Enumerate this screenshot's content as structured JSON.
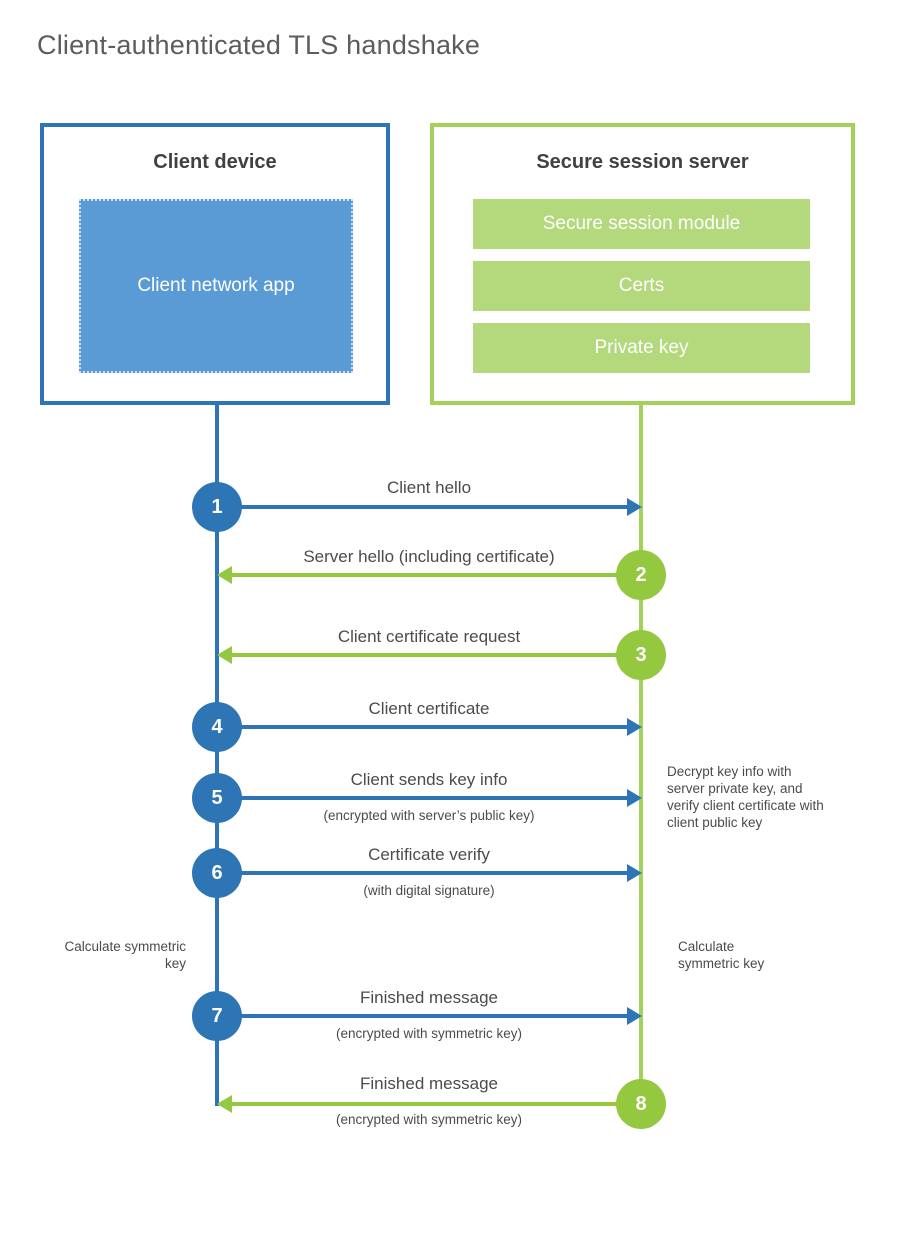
{
  "title": "Client-authenticated TLS handshake",
  "colors": {
    "blue": "#2e75b6",
    "blue-light": "#5b9bd5",
    "green": "#94c83e",
    "green-line": "#a4d15b",
    "green-light": "#b4d87c",
    "ink": "#414042",
    "gray": "#4a4b4d",
    "title": "#5b5c5e"
  },
  "client": {
    "title": "Client device",
    "app_label": "Client network app"
  },
  "server": {
    "title": "Secure session server",
    "modules": [
      "Secure session module",
      "Certs",
      "Private key"
    ]
  },
  "messages": [
    {
      "step": "1",
      "label": "Client hello",
      "direction": "right",
      "color": "blue"
    },
    {
      "step": "2",
      "label": "Server hello (including certificate)",
      "direction": "left",
      "color": "green"
    },
    {
      "step": "3",
      "label": "Client certificate request",
      "direction": "left",
      "color": "green"
    },
    {
      "step": "4",
      "label": "Client certificate",
      "direction": "right",
      "color": "blue"
    },
    {
      "step": "5",
      "label": "Client sends key info",
      "sublabel": "(encrypted with server’s public key)",
      "direction": "right",
      "color": "blue"
    },
    {
      "step": "6",
      "label": "Certificate verify",
      "sublabel": "(with digital signature)",
      "direction": "right",
      "color": "blue"
    },
    {
      "step": "7",
      "label": "Finished message",
      "sublabel": "(encrypted with symmetric key)",
      "direction": "right",
      "color": "blue"
    },
    {
      "step": "8",
      "label": "Finished message",
      "sublabel": "(encrypted with symmetric key)",
      "direction": "left",
      "color": "green"
    }
  ],
  "notes": {
    "decrypt": "Decrypt key info with server private key, and verify client certificate with client public key",
    "calc_left": "Calculate symmetric key",
    "calc_right": "Calculate symmetric key"
  }
}
